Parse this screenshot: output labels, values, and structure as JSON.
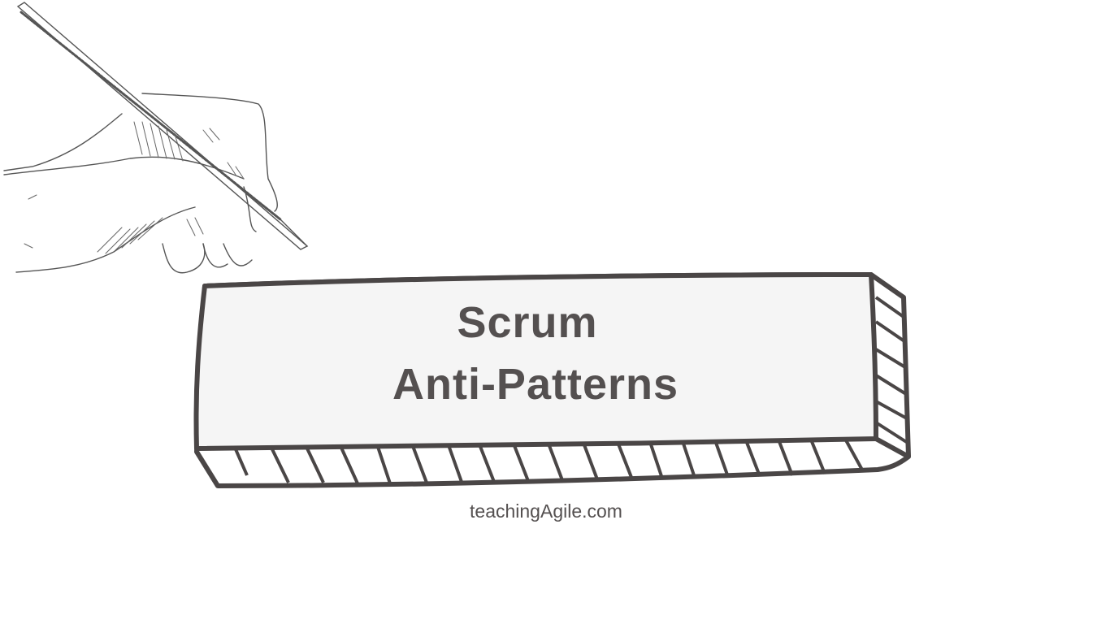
{
  "title": {
    "line1": "Scrum",
    "line2": "Anti-Patterns"
  },
  "footer": "teachingAgile.com",
  "colors": {
    "ink": "#545050",
    "box_face": "#f5f5f5",
    "sketch": "#555555"
  },
  "illustration": {
    "hand": "hand-writing-with-pencil-sketch",
    "box": "3d-sketched-block"
  }
}
